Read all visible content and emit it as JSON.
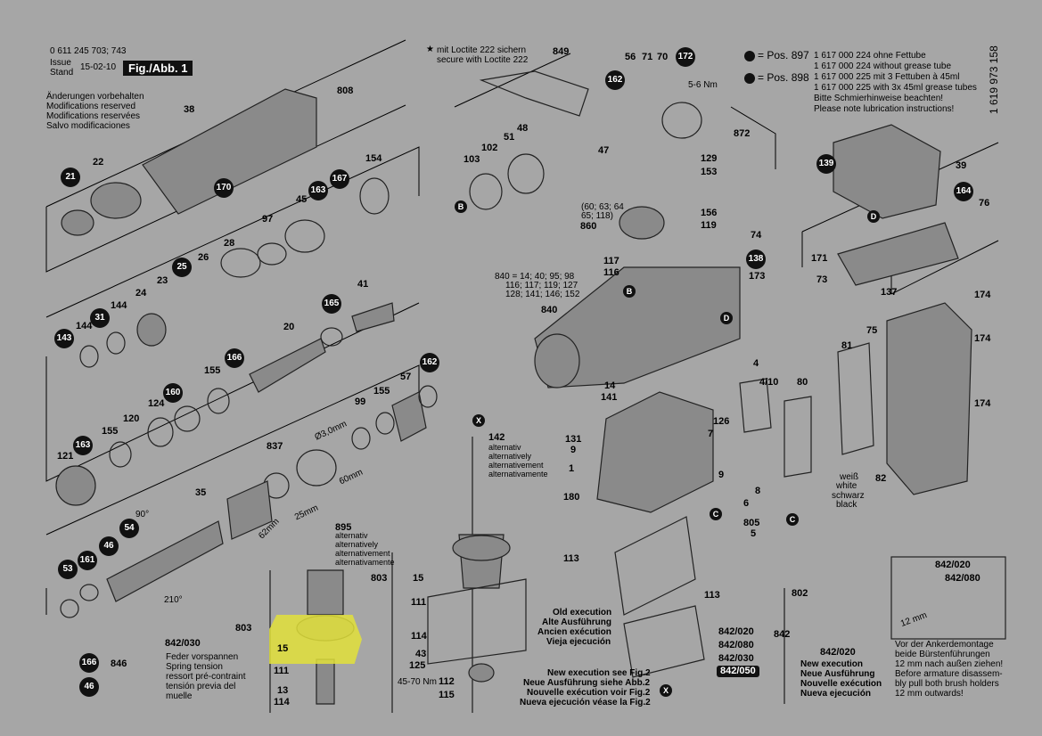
{
  "header": {
    "part_number": "0 611 245 703; 743",
    "issue_label": "Issue",
    "stand_label": "Stand",
    "issue_date": "15-02-10",
    "figure": "Fig./Abb. 1",
    "notes": [
      "Änderungen vorbehalten",
      "Modifications reserved",
      "Modifications reservées",
      "Salvo modificaciones"
    ]
  },
  "loctite": [
    "mit Loctite 222 sichern",
    "secure with Loctite 222"
  ],
  "grease": {
    "pos897": "= Pos. 897",
    "pos898": "= Pos. 898",
    "lines": [
      "1 617 000 224 ohne Fettube",
      "1 617 000 224 without grease tube",
      "1 617 000 225 mit 3 Fettuben à 45ml",
      "1 617 000 225 with 3x 45ml grease tubes",
      "Bitte Schmierhinweise beachten!",
      "Please note lubrication instructions!"
    ]
  },
  "doc_code": "1 619 973 158",
  "torque": "5-6 Nm",
  "torque2": "45-70 Nm",
  "note_60": [
    "(60; 63; 64",
    "65; 118)"
  ],
  "note_840": [
    "840 = 14; 40; 95; 98",
    "116; 117; 119; 127",
    "128; 141; 146; 152"
  ],
  "alt_142": [
    "alternativ",
    "alternatively",
    "alternativement",
    "alternativamente"
  ],
  "alt_895": [
    "alternativ",
    "alternatively",
    "alternativement",
    "alternativamente"
  ],
  "spring": [
    "Feder vorspannen",
    "Spring tension",
    "ressort pré-contraint",
    "tensión previa del",
    "muelle"
  ],
  "angle_210": "210°",
  "angle_90": "90°",
  "old_exec": [
    "Old execution",
    "Alte Ausführung",
    "Ancien exécution",
    "Vieja ejecución"
  ],
  "new_exec_fig2": [
    "New execution see Fig.2",
    "Neue Ausführung siehe Abb.2",
    "Nouvelle exécution voir Fig.2",
    "Nueva ejecución véase la Fig.2"
  ],
  "new_exec": [
    "New execution",
    "Neue Ausführung",
    "Nouvelle exécution",
    "Nueva ejecución"
  ],
  "brush_note": [
    "Vor der Ankerdemontage",
    "beide Bürstenführungen",
    "12 mm nach außen ziehen!",
    "Before armature disassem-",
    "bly pull both brush holders",
    "12 mm outwards!"
  ],
  "wire": {
    "weiss": "weiß",
    "white": "white",
    "schwarz": "schwarz",
    "black": "black"
  },
  "dims": {
    "d30": "Ø3,0mm",
    "d60": "60mm",
    "d25": "25mm",
    "d62": "62mm",
    "d12": "12 mm"
  },
  "dot_parts": [
    "21",
    "170",
    "163",
    "167",
    "25",
    "31",
    "143",
    "160",
    "166",
    "163",
    "165",
    "162",
    "162",
    "54",
    "46",
    "53",
    "161",
    "166",
    "46",
    "172",
    "138",
    "139",
    "164"
  ],
  "parts": {
    "p38": "38",
    "p808": "808",
    "p22": "22",
    "p154": "154",
    "p45": "45",
    "p97": "97",
    "p28": "28",
    "p26": "26",
    "p23": "23",
    "p144a": "144",
    "p24": "24",
    "p144b": "144",
    "p41": "41",
    "p20": "20",
    "p155a": "155",
    "p124": "124",
    "p120": "120",
    "p155b": "155",
    "p121": "121",
    "p57": "57",
    "p155c": "155",
    "p99": "99",
    "p837": "837",
    "p35": "35",
    "p895": "895",
    "p803a": "803",
    "p803b": "803",
    "p15a": "15",
    "p111a": "111",
    "p13a": "13",
    "p114a": "114",
    "p846": "846",
    "p849": "849",
    "p56": "56",
    "p71": "71",
    "p70": "70",
    "p872": "872",
    "p48": "48",
    "p51": "51",
    "p102": "102",
    "p103": "103",
    "p47": "47",
    "p129": "129",
    "p153": "153",
    "p156": "156",
    "p119": "119",
    "p860": "860",
    "p74": "74",
    "p117": "117",
    "p116": "116",
    "p173": "173",
    "p840": "840",
    "p14": "14",
    "p141": "141",
    "p131": "131",
    "p9a": "9",
    "p1": "1",
    "p180": "180",
    "p4": "4",
    "p410": "4/10",
    "p80": "80",
    "p126": "126",
    "p7": "7",
    "p9b": "9",
    "p6": "6",
    "p805": "805",
    "p5": "5",
    "p142": "142",
    "p15b": "15",
    "p111b": "111",
    "p114b": "114",
    "p43": "43",
    "p125": "125",
    "p112": "112",
    "p115": "115",
    "p113a": "113",
    "p113b": "113",
    "p802": "802",
    "p842a": "842/020",
    "p842b": "842/080",
    "p842c": "842/030",
    "p842d": "842/050",
    "p842e": "842/020",
    "p842f": "842/080",
    "p842g": "842/030",
    "p842h": "842/020",
    "p39": "39",
    "p76": "76",
    "p171": "171",
    "p73": "73",
    "p137": "137",
    "p174a": "174",
    "p174b": "174",
    "p174c": "174",
    "p75": "75",
    "p81": "81",
    "p82": "82",
    "p8": "8",
    "p842i": "842"
  },
  "letters": {
    "b": "B",
    "c": "C",
    "d": "D",
    "x": "X"
  }
}
